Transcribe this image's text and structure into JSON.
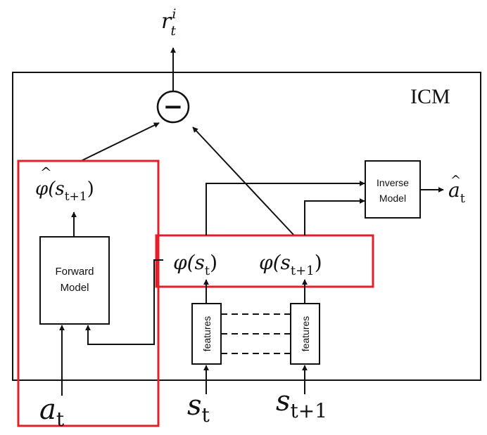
{
  "title": "ICM",
  "reward": {
    "main": "r",
    "sup": "i",
    "sub": "t"
  },
  "minus_symbol": "−",
  "forward_model": {
    "line1": "Forward",
    "line2": "Model"
  },
  "inverse_model": {
    "line1": "Inverse",
    "line2": "Model"
  },
  "feature_label": "features",
  "phi_hat_next": {
    "phi": "φ",
    "args_open": "(s",
    "sub": "t+1",
    "args_close": ")"
  },
  "phi_st": {
    "phi": "φ",
    "args_open": "(s",
    "sub": "t",
    "args_close": ")"
  },
  "phi_st1": {
    "phi": "φ",
    "args_open": "(s",
    "sub": "t+1",
    "args_close": ")"
  },
  "a_hat": {
    "main": "a",
    "sub": "t"
  },
  "input_a": {
    "main": "a",
    "sub": "t"
  },
  "input_s": {
    "main": "s",
    "sub": "t"
  },
  "input_s1": {
    "main": "s",
    "sub": "t+1"
  },
  "colors": {
    "highlight": "#e0202a",
    "stroke": "#111111"
  }
}
